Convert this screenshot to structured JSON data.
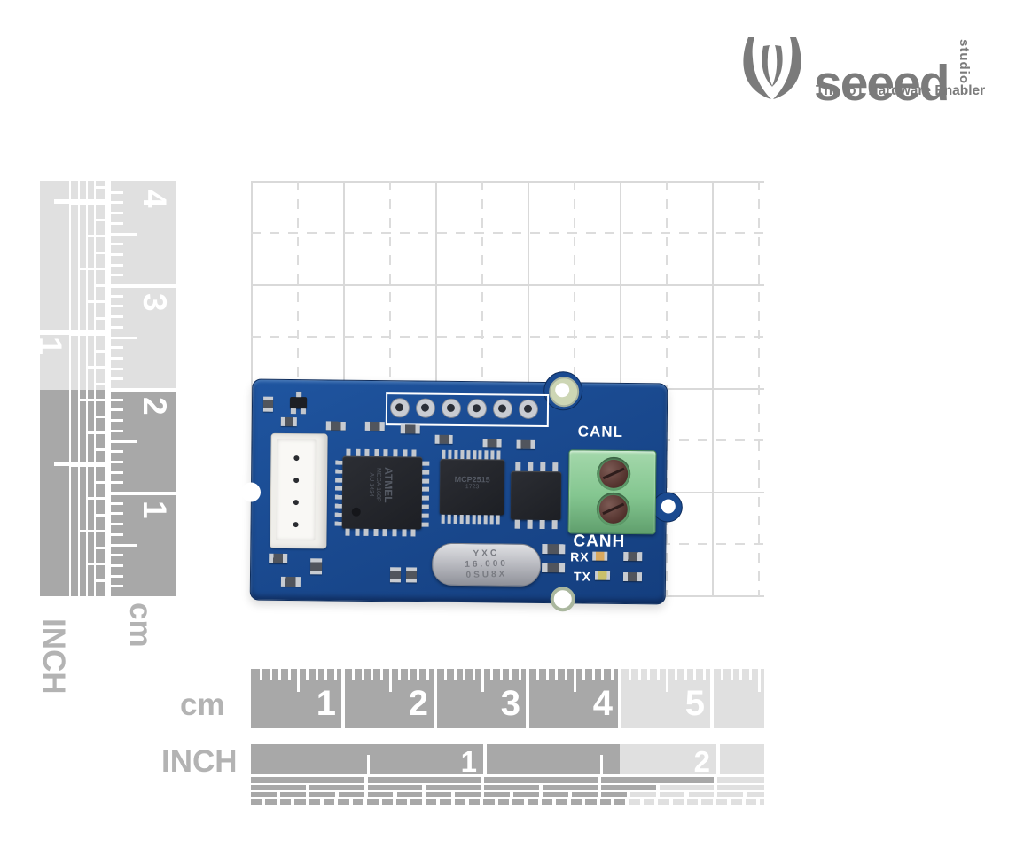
{
  "logo": {
    "brand": "seeed",
    "sub": "studio",
    "tagline": "The IoT Hardware Enabler"
  },
  "board": {
    "silkscreen": {
      "canl": "CANL",
      "canh": "CANH",
      "rx": "RX",
      "tx": "TX"
    },
    "chips": {
      "mcu_brand": "ATMEL",
      "mcu_line2": "MEGA 168P",
      "mcu_line3": "AU 1434",
      "can_controller": "MCP2515",
      "can_controller_line2": "1723",
      "crystal_line1": "YXC",
      "crystal_line2": "16.000",
      "crystal_line3": "0SU8X"
    }
  },
  "rulers": {
    "left_inch": {
      "label": "INCH",
      "numbers": [
        "1"
      ]
    },
    "left_cm": {
      "label": "cm",
      "numbers": [
        "4",
        "3",
        "2",
        "1"
      ]
    },
    "bottom_cm": {
      "label": "cm",
      "numbers": [
        "1",
        "2",
        "3",
        "4",
        "5"
      ]
    },
    "bottom_inch": {
      "label": "INCH",
      "numbers": [
        "1",
        "2"
      ]
    }
  },
  "colors": {
    "pcb_blue": "#1a4a90",
    "terminal_green": "#84c690",
    "ruler_dark": "#a8a8a8",
    "ruler_light": "#e0e0e0",
    "logo_gray": "#7b7b7b",
    "grid_line": "#d9d9d9"
  }
}
